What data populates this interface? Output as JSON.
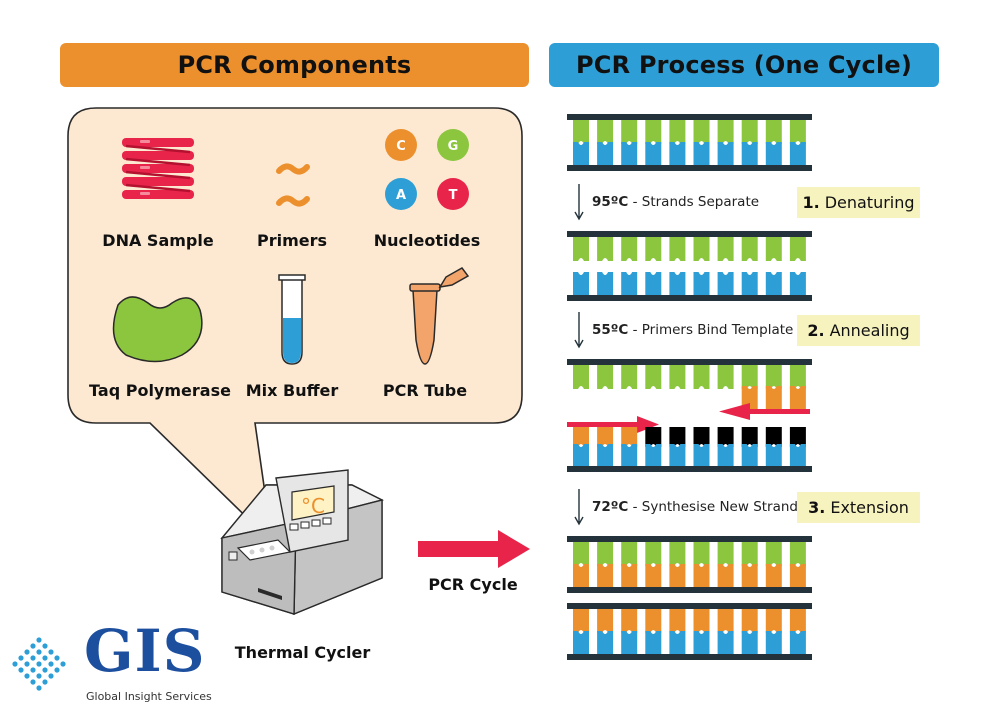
{
  "components": {
    "title": "PCR Components",
    "items": [
      {
        "label": "DNA Sample",
        "icon": "dna-helix-icon"
      },
      {
        "label": "Primers",
        "icon": "primers-icon"
      },
      {
        "label": "Nucleotides",
        "icon": "nucleotides-icon"
      },
      {
        "label": "Taq Polymerase",
        "icon": "taq-polymerase-icon"
      },
      {
        "label": "Mix Buffer",
        "icon": "test-tube-icon"
      },
      {
        "label": "PCR Tube",
        "icon": "pcr-tube-icon"
      }
    ],
    "nucleotides": [
      "C",
      "G",
      "A",
      "T"
    ],
    "thermal_cycler_label": "Thermal Cycler",
    "display_symbol": "°C"
  },
  "process": {
    "title": "PCR Process (One Cycle)",
    "cycle_label": "PCR Cycle",
    "steps": [
      {
        "temp": "95ºC",
        "text": "- Strands Separate",
        "num": "1.",
        "stage": "Denaturing"
      },
      {
        "temp": "55ºC",
        "text": "- Primers Bind Template",
        "num": "2.",
        "stage": "Annealing"
      },
      {
        "temp": "72ºC",
        "text": "- Synthesise New Strand",
        "num": "3.",
        "stage": "Extension"
      }
    ]
  },
  "logo": {
    "name": "GIS",
    "tagline": "Global Insight Services"
  },
  "colors": {
    "orange": "#ec902e",
    "blue": "#2e9fd6",
    "green": "#8cc63f",
    "red": "#e8244a",
    "dark": "#24333b",
    "bubble": "#fde9d2",
    "stage_bg": "#f7f3bf"
  }
}
